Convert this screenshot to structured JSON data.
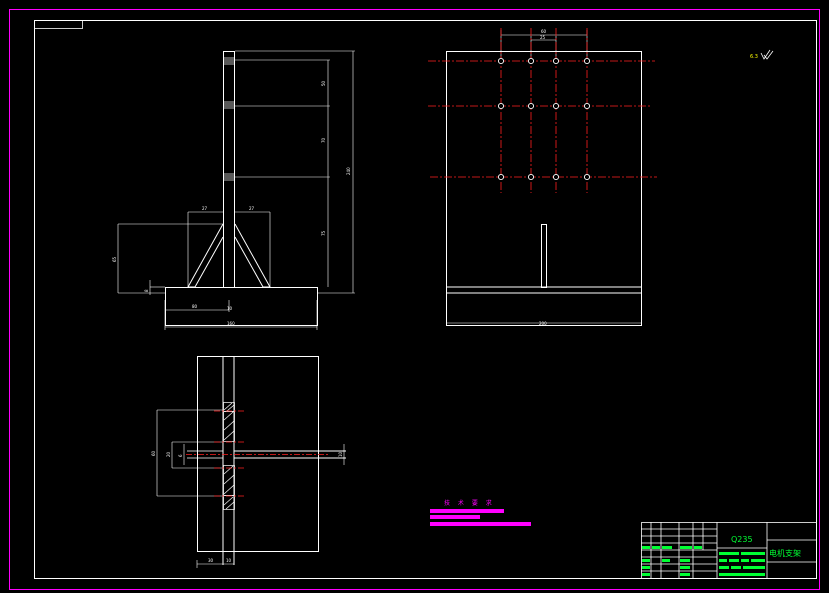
{
  "drawing": {
    "background": "#000000",
    "colors": {
      "border": "#ff00ff",
      "outline": "#ffffff",
      "centerline": "#ff2020",
      "titleblock": "#00ff33",
      "notes": "#ff00ff",
      "roughness": "#ffff00"
    }
  },
  "roughness_symbol": {
    "value": "6.3"
  },
  "front_view": {
    "dims": {
      "top_segment": "50",
      "mid_segment": "70",
      "lower_segment": "75",
      "overall_height": "240",
      "rib_offset_left": "27",
      "rib_offset_right": "27",
      "rib_height": "65",
      "base_thickness": "8",
      "base_half": "80",
      "upright_thk": "10",
      "base_width": "160"
    }
  },
  "side_view": {
    "dims": {
      "hole_pitch_top": "60",
      "hole_pitch_inner": "25",
      "width": "200"
    }
  },
  "top_view": {
    "dims": {
      "overall": "60",
      "inner": "20",
      "thickness": "6",
      "flange": "10",
      "left": "30",
      "right": "10"
    }
  },
  "notes": {
    "title": "技 术 要 求"
  },
  "title_block": {
    "material": "Q235",
    "part_name": "电机支架"
  }
}
